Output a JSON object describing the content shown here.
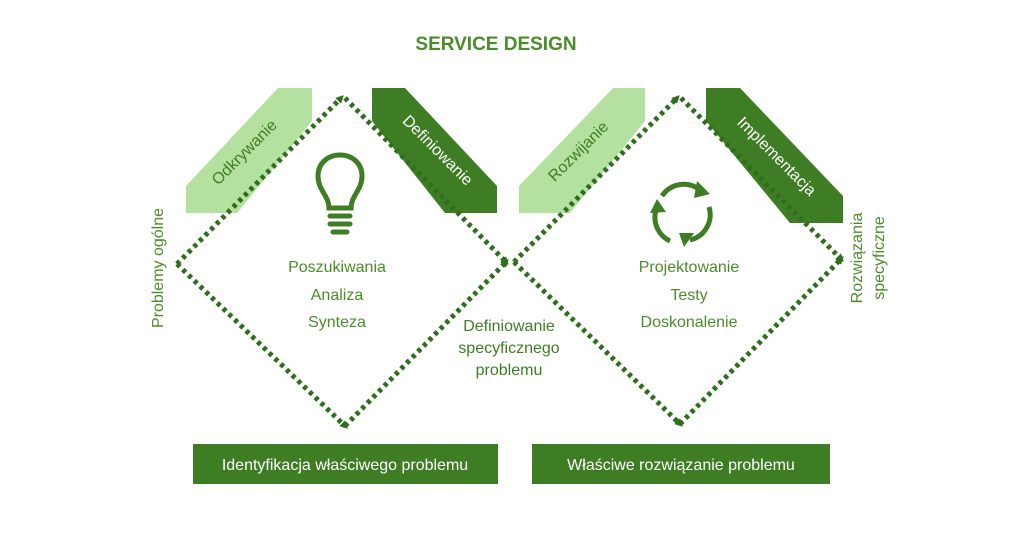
{
  "title": "SERVICE DESIGN",
  "left_diamond": {
    "items": [
      "Poszukiwania",
      "Analiza",
      "Synteza"
    ],
    "icon": "lightbulb-icon"
  },
  "right_diamond": {
    "items": [
      "Projektowanie",
      "Testy",
      "Doskonalenie"
    ],
    "icon": "cycle-arrows-icon"
  },
  "phases": {
    "odkrywanie": "Odkrywanie",
    "definiowanie": "Definiowanie",
    "rozwijanie": "Rozwijanie",
    "implementacja": "Implementacja"
  },
  "side_labels": {
    "left": "Problemy ogólne",
    "right_line1": "Rozwiązania",
    "right_line2": "specyficzne"
  },
  "center_label": {
    "line1": "Definiowanie",
    "line2": "specyficznego",
    "line3": "problemu"
  },
  "bottom_boxes": {
    "left": "Identyfikacja właściwego problemu",
    "right": "Właściwe rozwiązanie problemu"
  },
  "colors": {
    "dark_green": "#3e7d24",
    "light_green": "#b5e1a0",
    "dot_green": "#2f6e1c",
    "text_green": "#4b8c2a"
  }
}
